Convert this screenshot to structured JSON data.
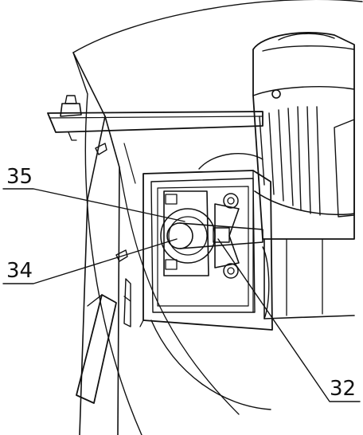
{
  "callouts": [
    {
      "label": "35"
    },
    {
      "label": "34"
    },
    {
      "label": "32"
    }
  ]
}
